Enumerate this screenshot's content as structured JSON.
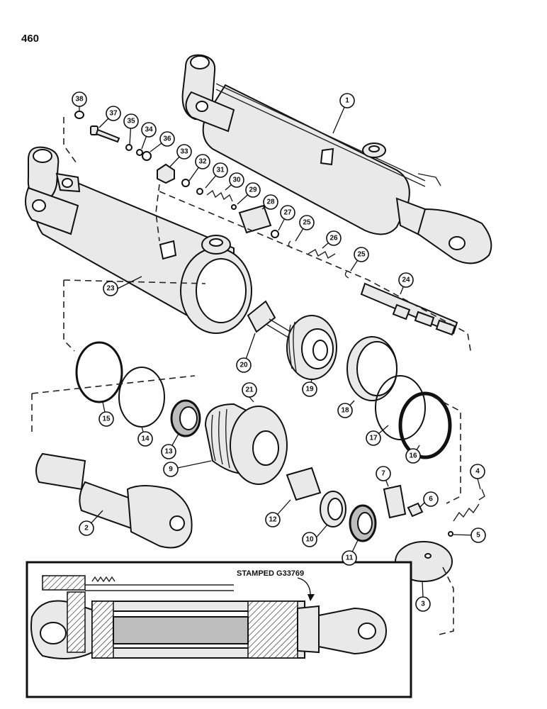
{
  "page": {
    "number": "460"
  },
  "callouts": [
    {
      "id": "c1",
      "label": "1"
    },
    {
      "id": "c2",
      "label": "2"
    },
    {
      "id": "c3",
      "label": "3"
    },
    {
      "id": "c4",
      "label": "4"
    },
    {
      "id": "c5",
      "label": "5"
    },
    {
      "id": "c6",
      "label": "6"
    },
    {
      "id": "c7",
      "label": "7"
    },
    {
      "id": "c9",
      "label": "9"
    },
    {
      "id": "c10",
      "label": "10"
    },
    {
      "id": "c11",
      "label": "11"
    },
    {
      "id": "c12",
      "label": "12"
    },
    {
      "id": "c13",
      "label": "13"
    },
    {
      "id": "c14",
      "label": "14"
    },
    {
      "id": "c15",
      "label": "15"
    },
    {
      "id": "c16",
      "label": "16"
    },
    {
      "id": "c17",
      "label": "17"
    },
    {
      "id": "c18",
      "label": "18"
    },
    {
      "id": "c19",
      "label": "19"
    },
    {
      "id": "c20",
      "label": "20"
    },
    {
      "id": "c21",
      "label": "21"
    },
    {
      "id": "c23",
      "label": "23"
    },
    {
      "id": "c24",
      "label": "24"
    },
    {
      "id": "c25a",
      "label": "25"
    },
    {
      "id": "c25b",
      "label": "25"
    },
    {
      "id": "c26",
      "label": "26"
    },
    {
      "id": "c27",
      "label": "27"
    },
    {
      "id": "c28",
      "label": "28"
    },
    {
      "id": "c29",
      "label": "29"
    },
    {
      "id": "c30",
      "label": "30"
    },
    {
      "id": "c31",
      "label": "31"
    },
    {
      "id": "c32",
      "label": "32"
    },
    {
      "id": "c33",
      "label": "33"
    },
    {
      "id": "c34",
      "label": "34"
    },
    {
      "id": "c35",
      "label": "35"
    },
    {
      "id": "c36",
      "label": "36"
    },
    {
      "id": "c37",
      "label": "37"
    },
    {
      "id": "c38",
      "label": "38"
    }
  ],
  "inset": {
    "stamp_text": "STAMPED G33769"
  }
}
